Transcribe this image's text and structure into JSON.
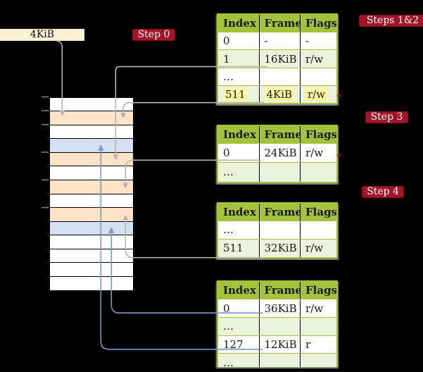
{
  "labels": {
    "frame_box": "4KiB",
    "step0": "Step 0",
    "steps12": "Steps 1&2",
    "step3": "Step 3",
    "step4": "Step 4"
  },
  "colors": {
    "background": "#000000",
    "step_label_red": "#a51328",
    "frame_box_cream": "#faf0d4",
    "table_header_green": "#a4c23c",
    "table_row_shaded_green": "#edf2dc",
    "memory_page_table_orange": "#fbe3c8",
    "memory_mapped_page_blue": "#d4e1f1",
    "highlight_yellow": "#fdf79f",
    "connector_gray": "#b4b4b4",
    "connector_blue": "#7d98c4",
    "entry_marker_red": "#8f1526"
  },
  "memory": {
    "rows": [
      "free",
      "page-table",
      "free",
      "mapped-page",
      "page-table",
      "free",
      "page-table",
      "free",
      "page-table",
      "mapped-page",
      "free",
      "free",
      "free",
      "free"
    ]
  },
  "tables": [
    {
      "id": "page-table-steps-1-2",
      "headers": [
        "Index",
        "Frame",
        "Flags"
      ],
      "rows": [
        {
          "cells": [
            "0",
            "-",
            "-"
          ],
          "shaded": false,
          "highlight": false
        },
        {
          "cells": [
            "1",
            "16KiB",
            "r/w"
          ],
          "shaded": true,
          "highlight": false
        },
        {
          "cells": [
            "…",
            "",
            ""
          ],
          "shaded": false,
          "highlight": false
        },
        {
          "cells": [
            "511",
            "4KiB",
            "r/w"
          ],
          "shaded": true,
          "highlight": true
        }
      ]
    },
    {
      "id": "page-table-step-3",
      "headers": [
        "Index",
        "Frame",
        "Flags"
      ],
      "rows": [
        {
          "cells": [
            "0",
            "24KiB",
            "r/w"
          ],
          "shaded": false,
          "highlight": false
        },
        {
          "cells": [
            "…",
            "",
            ""
          ],
          "shaded": true,
          "highlight": false
        }
      ]
    },
    {
      "id": "page-table-step-4",
      "headers": [
        "Index",
        "Frame",
        "Flags"
      ],
      "rows": [
        {
          "cells": [
            "…",
            "",
            ""
          ],
          "shaded": false,
          "highlight": false
        },
        {
          "cells": [
            "511",
            "32KiB",
            "r/w"
          ],
          "shaded": true,
          "highlight": false
        }
      ]
    },
    {
      "id": "page-table-final",
      "headers": [
        "Index",
        "Frame",
        "Flags"
      ],
      "rows": [
        {
          "cells": [
            "0",
            "36KiB",
            "r/w"
          ],
          "shaded": false,
          "highlight": false
        },
        {
          "cells": [
            "…",
            "",
            ""
          ],
          "shaded": true,
          "highlight": false
        },
        {
          "cells": [
            "127",
            "12KiB",
            "r"
          ],
          "shaded": false,
          "highlight": false
        },
        {
          "cells": [
            "…",
            "",
            ""
          ],
          "shaded": true,
          "highlight": false
        }
      ]
    }
  ],
  "connectors": [
    {
      "id": "box-4kib-to-memory",
      "color": "gray",
      "from": "4KiB box",
      "to": "memory frame 4KiB (orange row 2)",
      "arrow": "down"
    },
    {
      "id": "t1-entry1-to-16kib",
      "color": "gray",
      "from": "table 1 entry 1 (16KiB)",
      "to": "memory frame 16KiB (orange row 5)",
      "arrow": "down"
    },
    {
      "id": "t1-entry511-to-4kib",
      "color": "gray",
      "from": "table 1 entry 511 (4KiB)",
      "to": "memory frame 4KiB (orange row 2)",
      "arrow": "down"
    },
    {
      "id": "t2-entry0-to-24kib",
      "color": "gray",
      "from": "table 2 entry 0 (24KiB)",
      "to": "memory frame 24KiB (orange row 7)",
      "arrow": "up"
    },
    {
      "id": "t3-entry511-to-32kib",
      "color": "gray",
      "from": "table 3 entry 511 (32KiB)",
      "to": "memory frame 32KiB (orange row 9)",
      "arrow": "up"
    },
    {
      "id": "t4-entry0-to-36kib",
      "color": "blue",
      "from": "table 4 entry 0 (36KiB)",
      "to": "memory frame 36KiB (blue row 10)",
      "arrow": "up"
    },
    {
      "id": "t4-entry127-to-12kib",
      "color": "blue",
      "from": "table 4 entry 127 (12KiB)",
      "to": "memory frame 12KiB (blue row 4)",
      "arrow": "up"
    }
  ]
}
